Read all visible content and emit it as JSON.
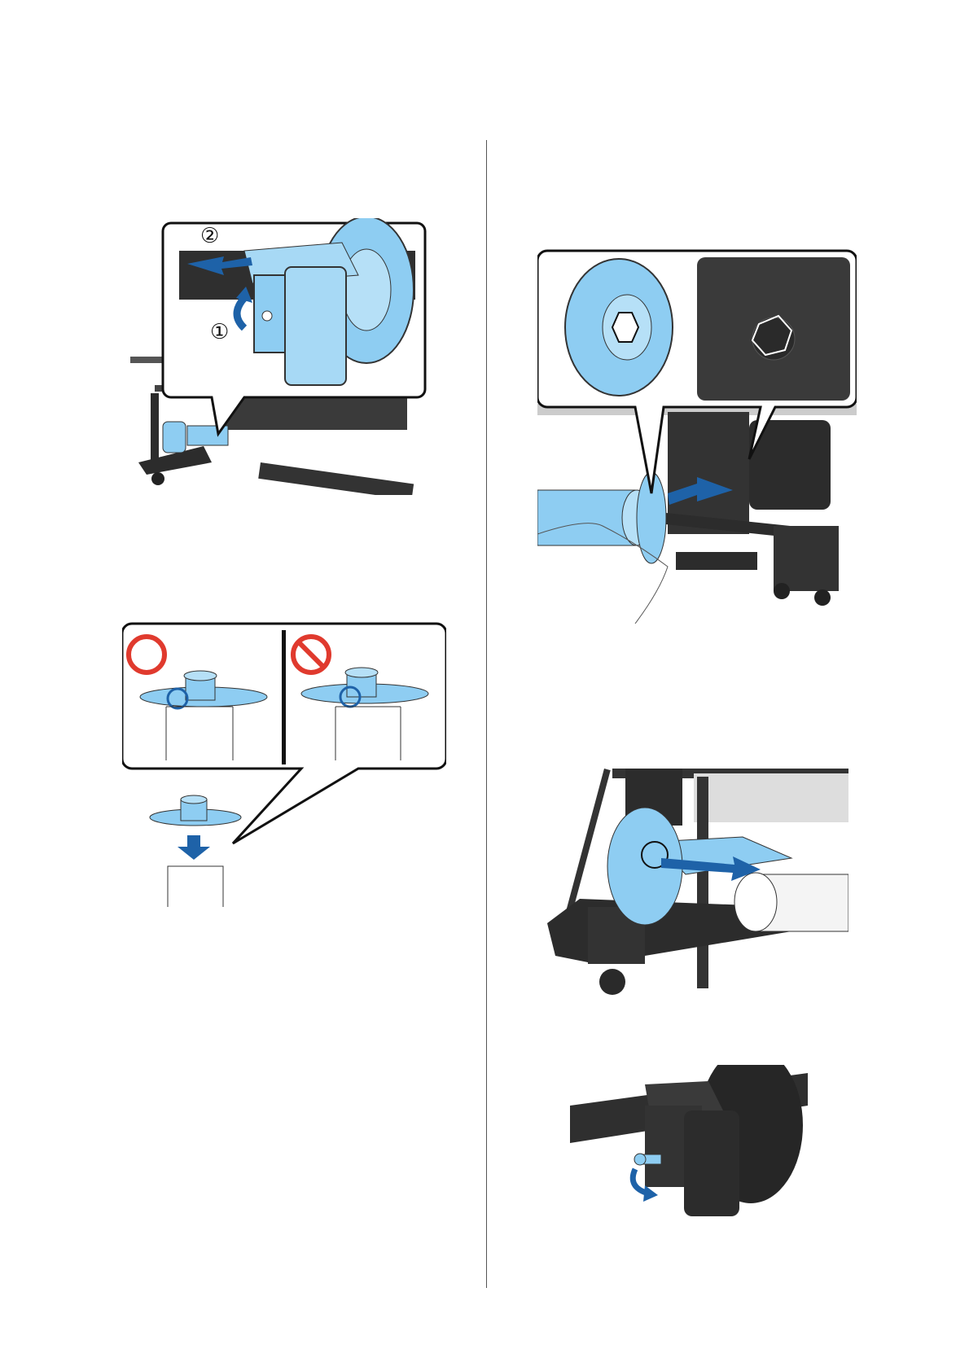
{
  "figures": {
    "fig1": {
      "step_a": "①",
      "step_b": "②"
    },
    "fig2": {
      "ok_symbol": "correct-circle",
      "ng_symbol": "prohibited-circle"
    },
    "fig3": {},
    "fig4": {},
    "fig5": {}
  },
  "colors": {
    "part_blue": "#8ecdf2",
    "arrow_blue": "#1e62a8",
    "ok_red": "#e03a2e",
    "machine_dark": "#2c2c2c"
  }
}
